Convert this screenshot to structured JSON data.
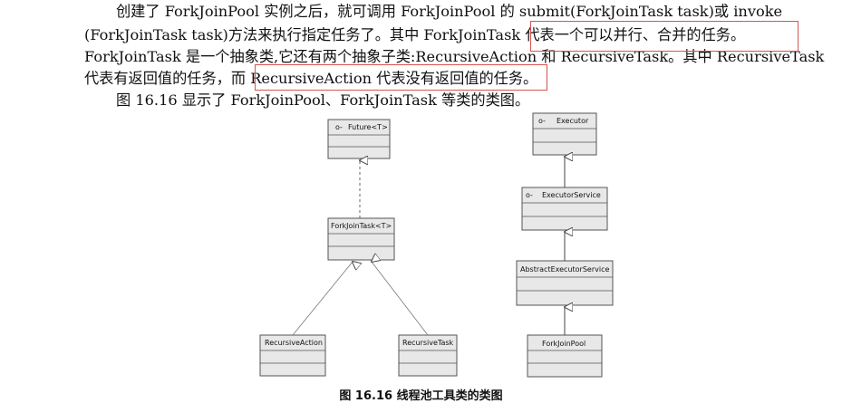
{
  "paragraph": {
    "line1": "创建了 ForkJoinPool 实例之后，就可调用 ForkJoinPool 的 submit(ForkJoinTask task)或 invoke",
    "line2_a": "(ForkJoinTask task)方法来执行指定任务了。其中 ForkJoinTask ",
    "line2_b": "代表一个可以并行、合并的任务。",
    "line3": "ForkJoinTask 是一个抽象类,它还有两个抽象子类:RecursiveAction 和 RecursiveTask。其中 RecursiveTask",
    "line4_a": "代表有返回值的任务，而 ",
    "line4_b": "RecursiveAction 代表没有返回值的任务。",
    "line5": "图 16.16 显示了 ForkJoinPool、ForkJoinTask 等类的类图。"
  },
  "diagram": {
    "classes": {
      "future": "Future<T>",
      "forkjointask": "ForkJoinTask<T>",
      "recursiveaction": "RecursiveAction",
      "recursivetask": "RecursiveTask",
      "executor": "Executor",
      "executorservice": "ExecutorService",
      "abstractexecutorservice": "AbstractExecutorService",
      "forkjoinpool": "ForkJoinPool"
    }
  },
  "caption": "图 16.16   线程池工具类的类图",
  "colors": {
    "highlight": "#d9534f",
    "box_fill": "#e8e8e8",
    "box_stroke": "#555555"
  }
}
